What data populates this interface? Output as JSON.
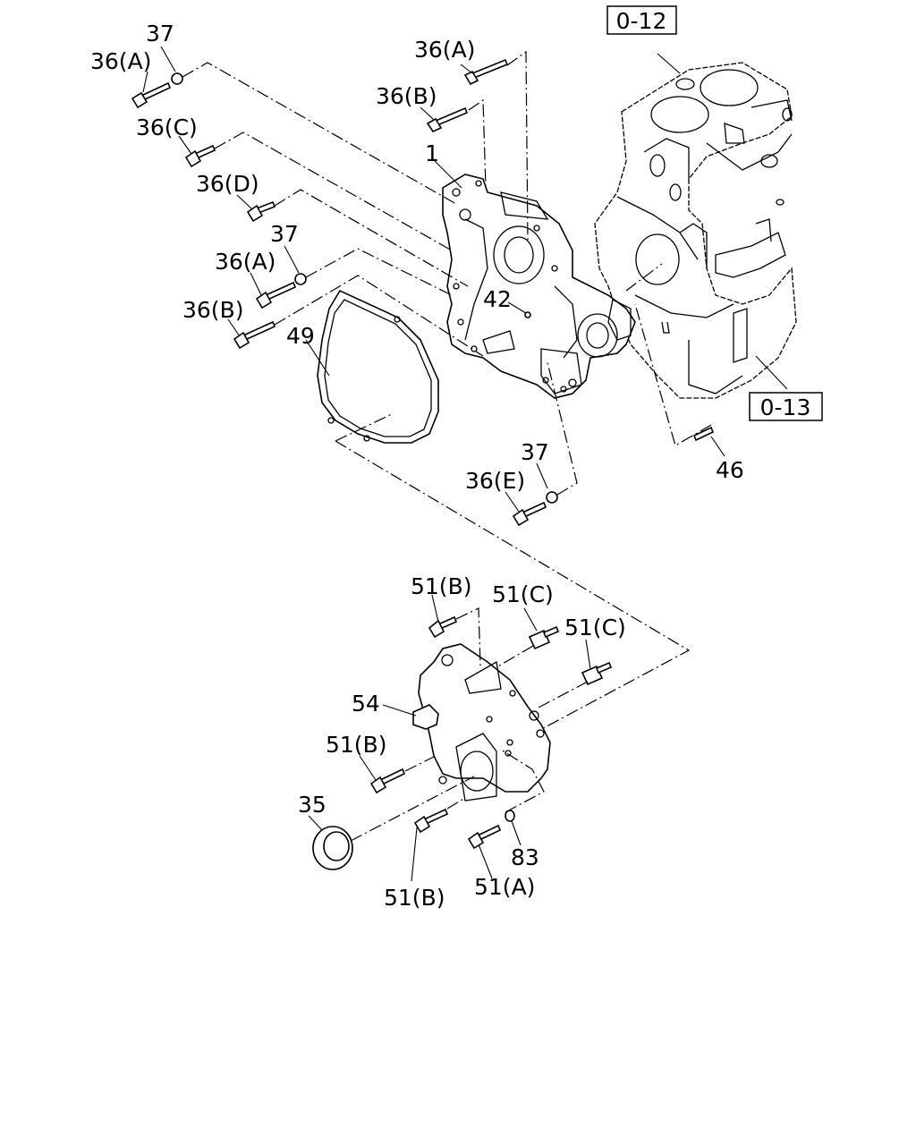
{
  "references": {
    "upper_block": "0-12",
    "lower_block": "0-13"
  },
  "callouts": {
    "c37_top": "37",
    "c36A_left_top": "36(A)",
    "c36A_top": "36(A)",
    "c36B_top": "36(B)",
    "c36C": "36(C)",
    "c1": "1",
    "c36D": "36(D)",
    "c37_mid": "37",
    "c36A_mid": "36(A)",
    "c42": "42",
    "c36B_mid": "36(B)",
    "c49": "49",
    "c46": "46",
    "c37_low": "37",
    "c36E": "36(E)",
    "c51B_top": "51(B)",
    "c51C_top": "51(C)",
    "c51C_right": "51(C)",
    "c54": "54",
    "c51B_left": "51(B)",
    "c35": "35",
    "c83": "83",
    "c51B_bottom": "51(B)",
    "c51A": "51(A)"
  }
}
